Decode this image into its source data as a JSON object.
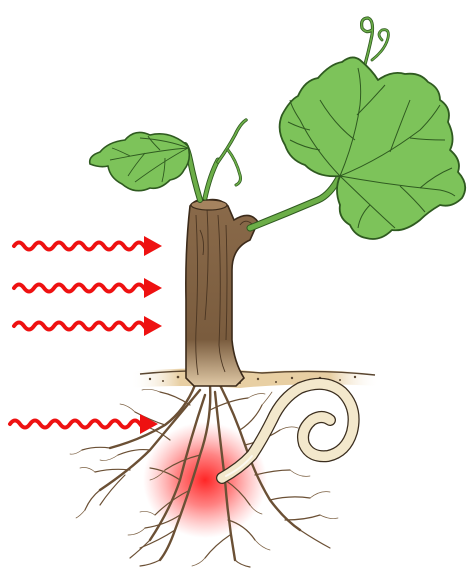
{
  "diagram": {
    "subject": "grapevine-with-roots-and-nematode",
    "arrows": [
      {
        "id": "arrow-1",
        "direction": "right"
      },
      {
        "id": "arrow-2",
        "direction": "right"
      },
      {
        "id": "arrow-3",
        "direction": "right"
      },
      {
        "id": "arrow-4",
        "direction": "right"
      }
    ],
    "colors": {
      "arrow": "#ee1111",
      "leaf": "#7dc35a",
      "leaf_vein": "#2f5a20",
      "trunk": "#8a6a4a",
      "soil": "#e8cfa3",
      "root": "#8b6b4a",
      "worm": "#f3e8cc",
      "glow": "#ff2020"
    }
  }
}
